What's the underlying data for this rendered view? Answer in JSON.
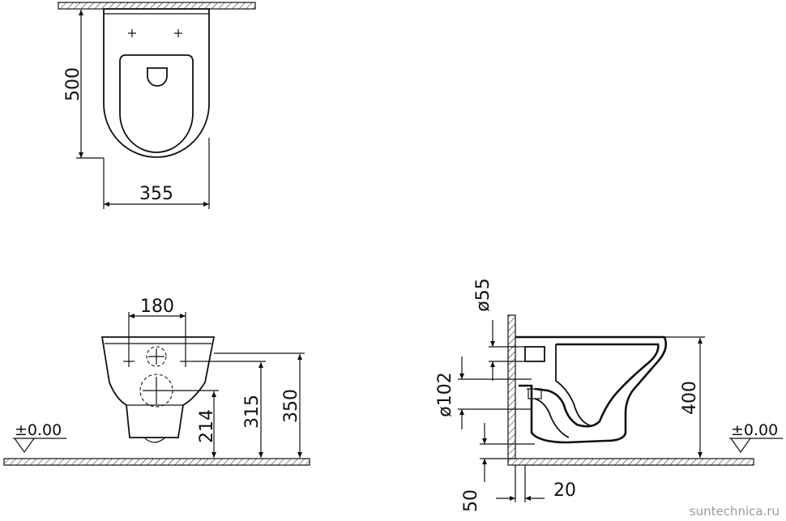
{
  "top_view": {
    "width_label": "355",
    "depth_label": "500"
  },
  "front_view": {
    "spacing_label": "180",
    "height_a_label": "214",
    "height_b_label": "315",
    "height_c_label": "350",
    "level_label": "±0.00"
  },
  "side_view": {
    "outlet_diameter_label": "ø55",
    "drain_diameter_label": "ø102",
    "rim_height_label": "400",
    "bottom_offset_label": "50",
    "wall_offset_label": "20",
    "level_label": "±0.00"
  },
  "watermark": "suntechnica.ru"
}
